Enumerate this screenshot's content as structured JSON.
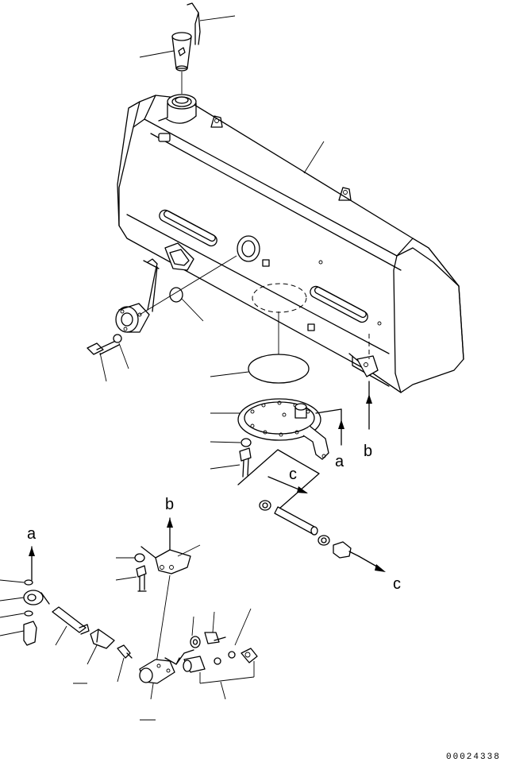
{
  "labels": {
    "a1": "a",
    "b1": "b",
    "c1": "c",
    "a2": "a",
    "b2": "b",
    "c2": "c"
  },
  "drawing_code": "00024338"
}
